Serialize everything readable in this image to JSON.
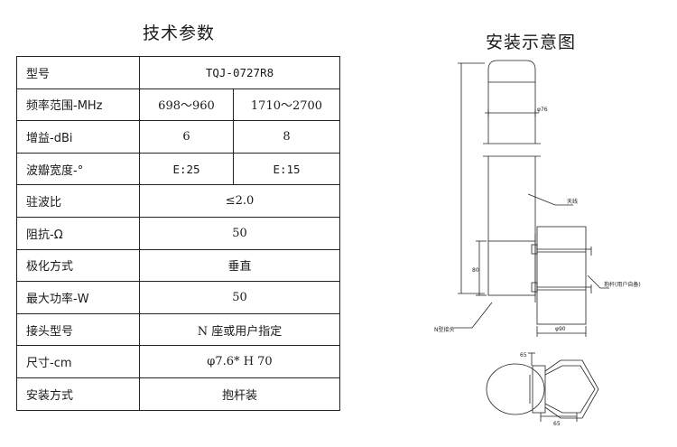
{
  "spec_title": "技术参数",
  "diagram_title": "安装示意图",
  "rows": [
    {
      "label": "型号",
      "value": "TQJ-0727R8"
    },
    {
      "label": "频率范围-MHz",
      "values": [
        "698～960",
        "1710～2700"
      ]
    },
    {
      "label": "增益-dBi",
      "values": [
        "6",
        "8"
      ]
    },
    {
      "label": "波瓣宽度-°",
      "values": [
        "E:25",
        "E:15"
      ]
    },
    {
      "label": "驻波比",
      "value": "≤2.0"
    },
    {
      "label": "阻抗-Ω",
      "value": "50"
    },
    {
      "label": "极化方式",
      "value": "垂直"
    },
    {
      "label": "最大功率-W",
      "value": "50"
    },
    {
      "label": "接头型号",
      "value": "N 座或用户指定"
    },
    {
      "label": "尺寸-cm",
      "value": "φ7.6* H 70"
    },
    {
      "label": "安装方式",
      "value": "抱杆装"
    }
  ],
  "diagram": {
    "dim_diameter": "φ76",
    "dim_clamp_height": "80",
    "dim_pole_dia": "φ90",
    "dim_bottom_width": "65",
    "dim_side": "65",
    "label_radome": "天线",
    "label_pole": "抱杆(用户自备)",
    "label_connector": "N型接头"
  },
  "colors": {
    "line": "#222222",
    "text": "#1a1a1a"
  }
}
